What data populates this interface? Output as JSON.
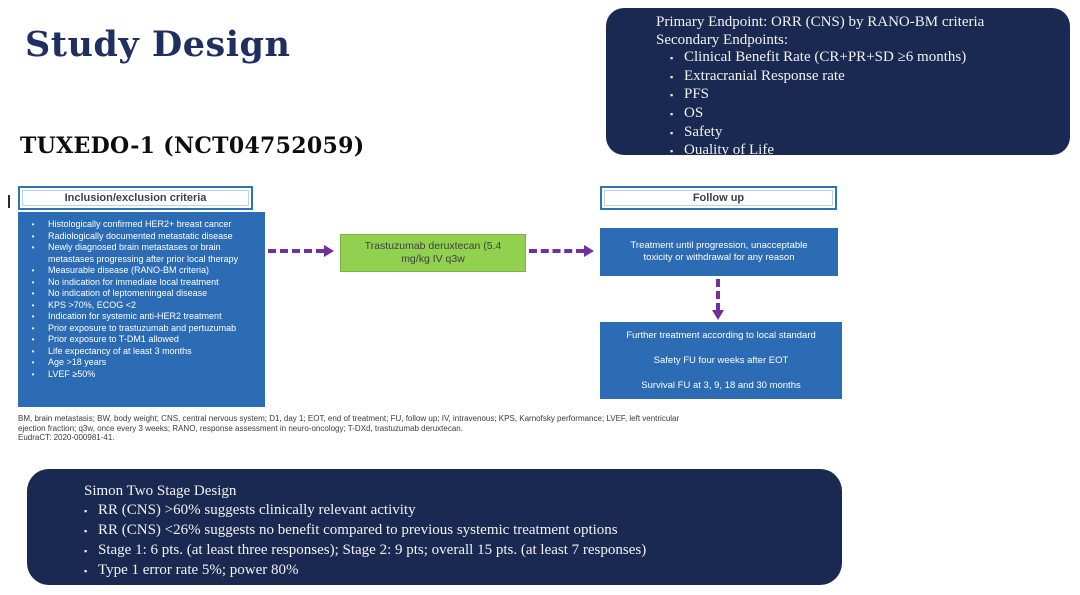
{
  "chars": {
    "dot": "•",
    "square": "▪"
  },
  "colors": {
    "navy": "#1a2951",
    "title_navy": "#1f2f5f",
    "flow_blue": "#2b6cb4",
    "header_border_blue": "#2e74b5",
    "green_fill": "#92d050",
    "green_border": "#7cb342",
    "arrow_purple": "#7030a0"
  },
  "header": {
    "title": "Study Design",
    "subtitle": "TUXEDO-1 (NCT04752059)"
  },
  "endpoints_box": {
    "primary": "Primary Endpoint: ORR (CNS) by RANO-BM criteria",
    "secondary_label": "Secondary Endpoints:",
    "bullets": [
      "Clinical Benefit Rate (CR+PR+SD ≥6 months)",
      "Extracranial Response rate",
      "PFS",
      "OS",
      "Safety",
      "Ouality of Life"
    ]
  },
  "flowchart": {
    "inclusion_header": "Inclusion/exclusion criteria",
    "criteria": [
      "Histologically confirmed HER2+ breast cancer",
      "Radiologically documented metastatic disease",
      "Newly diagnosed brain metastases or brain metastases progressing after prior local therapy",
      "Measurable disease (RANO-BM criteria)",
      "No indication for immediate local treatment",
      "No indication of leptomeningeal disease",
      "KPS >70%, ECOG <2",
      "Indication for systemic anti-HER2 treatment",
      "Prior exposure to trastuzumab and pertuzumab",
      "Prior exposure to T-DM1 allowed",
      "Life expectancy of at least 3 months",
      "Age >18 years",
      "LVEF ≥50%"
    ],
    "treatment_line1": "Trastuzumab deruxtecan (5.4",
    "treatment_line2": "mg/kg IV q3w",
    "followup_header": "Follow up",
    "followup_box": "Treatment until progression, unacceptable toxicity or withdrawal for any reason",
    "post_box_lines": [
      "Further treatment according to local standard",
      "Safety FU four weeks after EOT",
      "Survival FU at 3, 9, 18 and 30 months"
    ]
  },
  "footnote": {
    "lines": [
      "BM, brain metastasis; BW, body weight; CNS, central nervous system; D1, day 1; EOT, end of treatment; FU, follow up; IV, intravenous; KPS, Karnofsky performance; LVEF, left ventricular",
      "ejection fraction; q3w, once every 3 weeks; RANO, response assessment in neuro-oncology; T-DXd, trastuzumab deruxtecan.",
      "EudraCT: 2020-000981-41."
    ]
  },
  "simon_box": {
    "heading": "Simon Two Stage Design",
    "bullets": [
      "RR (CNS) >60% suggests clinically relevant activity",
      "RR (CNS) <26% suggests no benefit compared to previous systemic treatment options",
      "Stage  1: 6 pts. (at least three responses); Stage 2: 9 pts; overall 15 pts. (at least 7 responses)",
      "Type 1 error  rate 5%; power 80%"
    ]
  }
}
